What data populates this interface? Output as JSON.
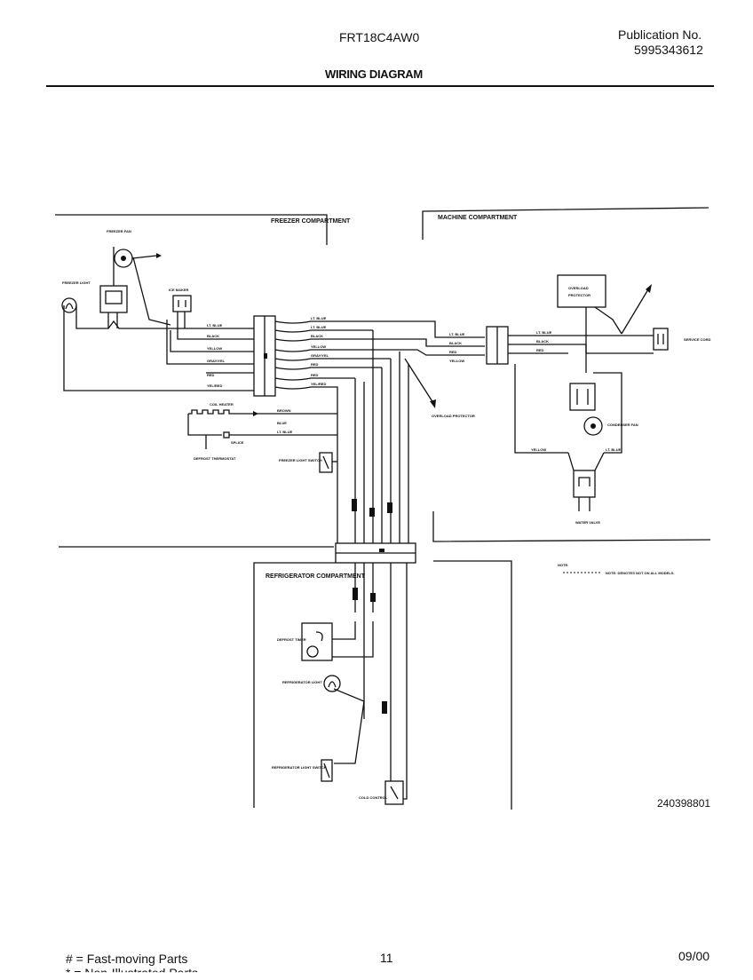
{
  "header": {
    "model": "FRT18C4AW0",
    "pub_label": "Publication No.",
    "pub_number": "5995343612",
    "title": "WIRING DIAGRAM"
  },
  "diagram": {
    "freezer_compartment": "FREEZER COMPARTMENT",
    "machine_compartment": "MACHINE COMPARTMENT",
    "refrigerator_compartment": "REFRIGERATOR COMPARTMENT",
    "freezer_light": "FREEZER LIGHT",
    "freezer_fan": "FREEZER FAN",
    "ice_maker": "ICE MAKER",
    "coil_heater": "COIL HEATER",
    "splice": "SPLICE",
    "defrost_thermostat": "DEFROST THERMOSTAT",
    "freezer_light_switch": "FREEZER LIGHT SWITCH",
    "overload_protector": "OVERLOAD PROTECTOR",
    "service_cord": "SERVICE CORD",
    "condenser_fan": "CONDENSER FAN",
    "water_valve": "WATER VALVE",
    "defrost_timer": "DEFROST TIMER",
    "refrigerator_light": "REFRIGERATOR LIGHT",
    "refrigerator_light_switch": "REFRIGERATOR LIGHT SWITCH",
    "cold_control": "COLD CONTROL",
    "legend_note": "NOTE: DENOTES NOT ON ALL MODELS.",
    "drawing_number": "240398801",
    "wire_labels": {
      "lt_blue": "LT. BLUE",
      "black": "BLACK",
      "yellow": "YELLOW",
      "gray_yel": "GRAY/YEL",
      "red": "RED",
      "yel_red": "YEL/RED",
      "brown": "BROWN",
      "blue": "BLUE"
    }
  },
  "footer": {
    "legend_1": "# = Fast-moving Parts",
    "legend_2": "* = Non-Illustrated Parts",
    "page": "11",
    "date": "09/00"
  }
}
